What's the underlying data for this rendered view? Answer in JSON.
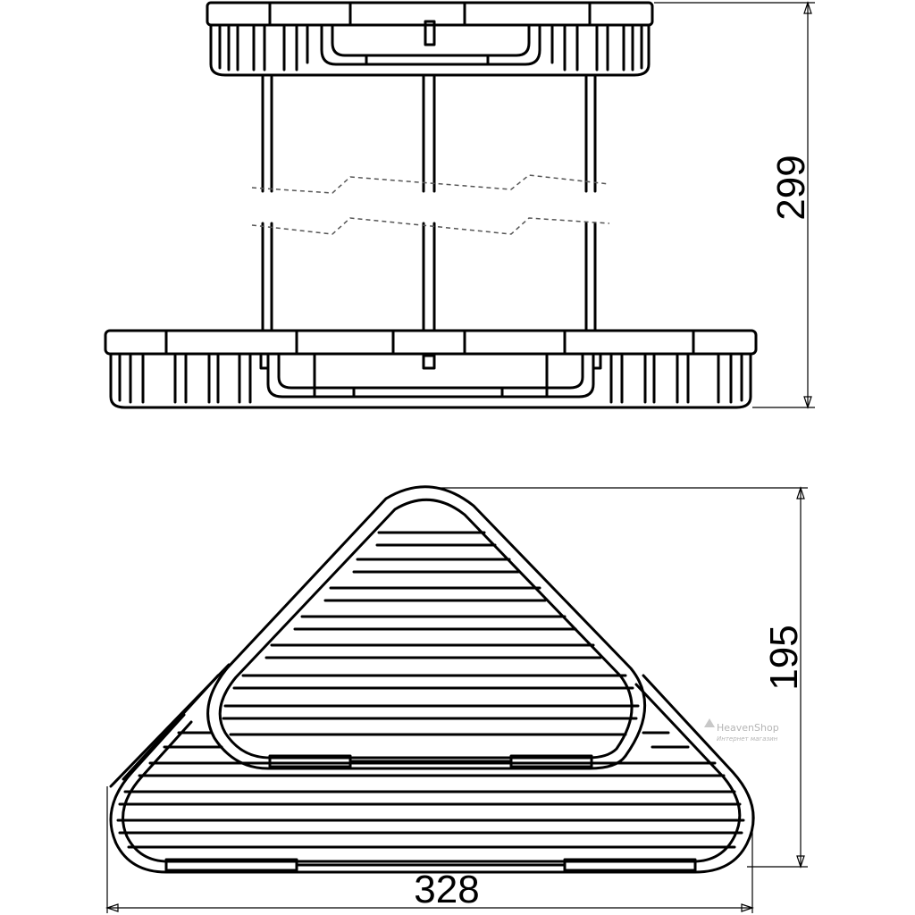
{
  "dimensions": {
    "height": "299",
    "depth": "195",
    "width": "328"
  },
  "watermark": {
    "brand": "HeavenShop",
    "tagline": "Интернет магазин"
  }
}
